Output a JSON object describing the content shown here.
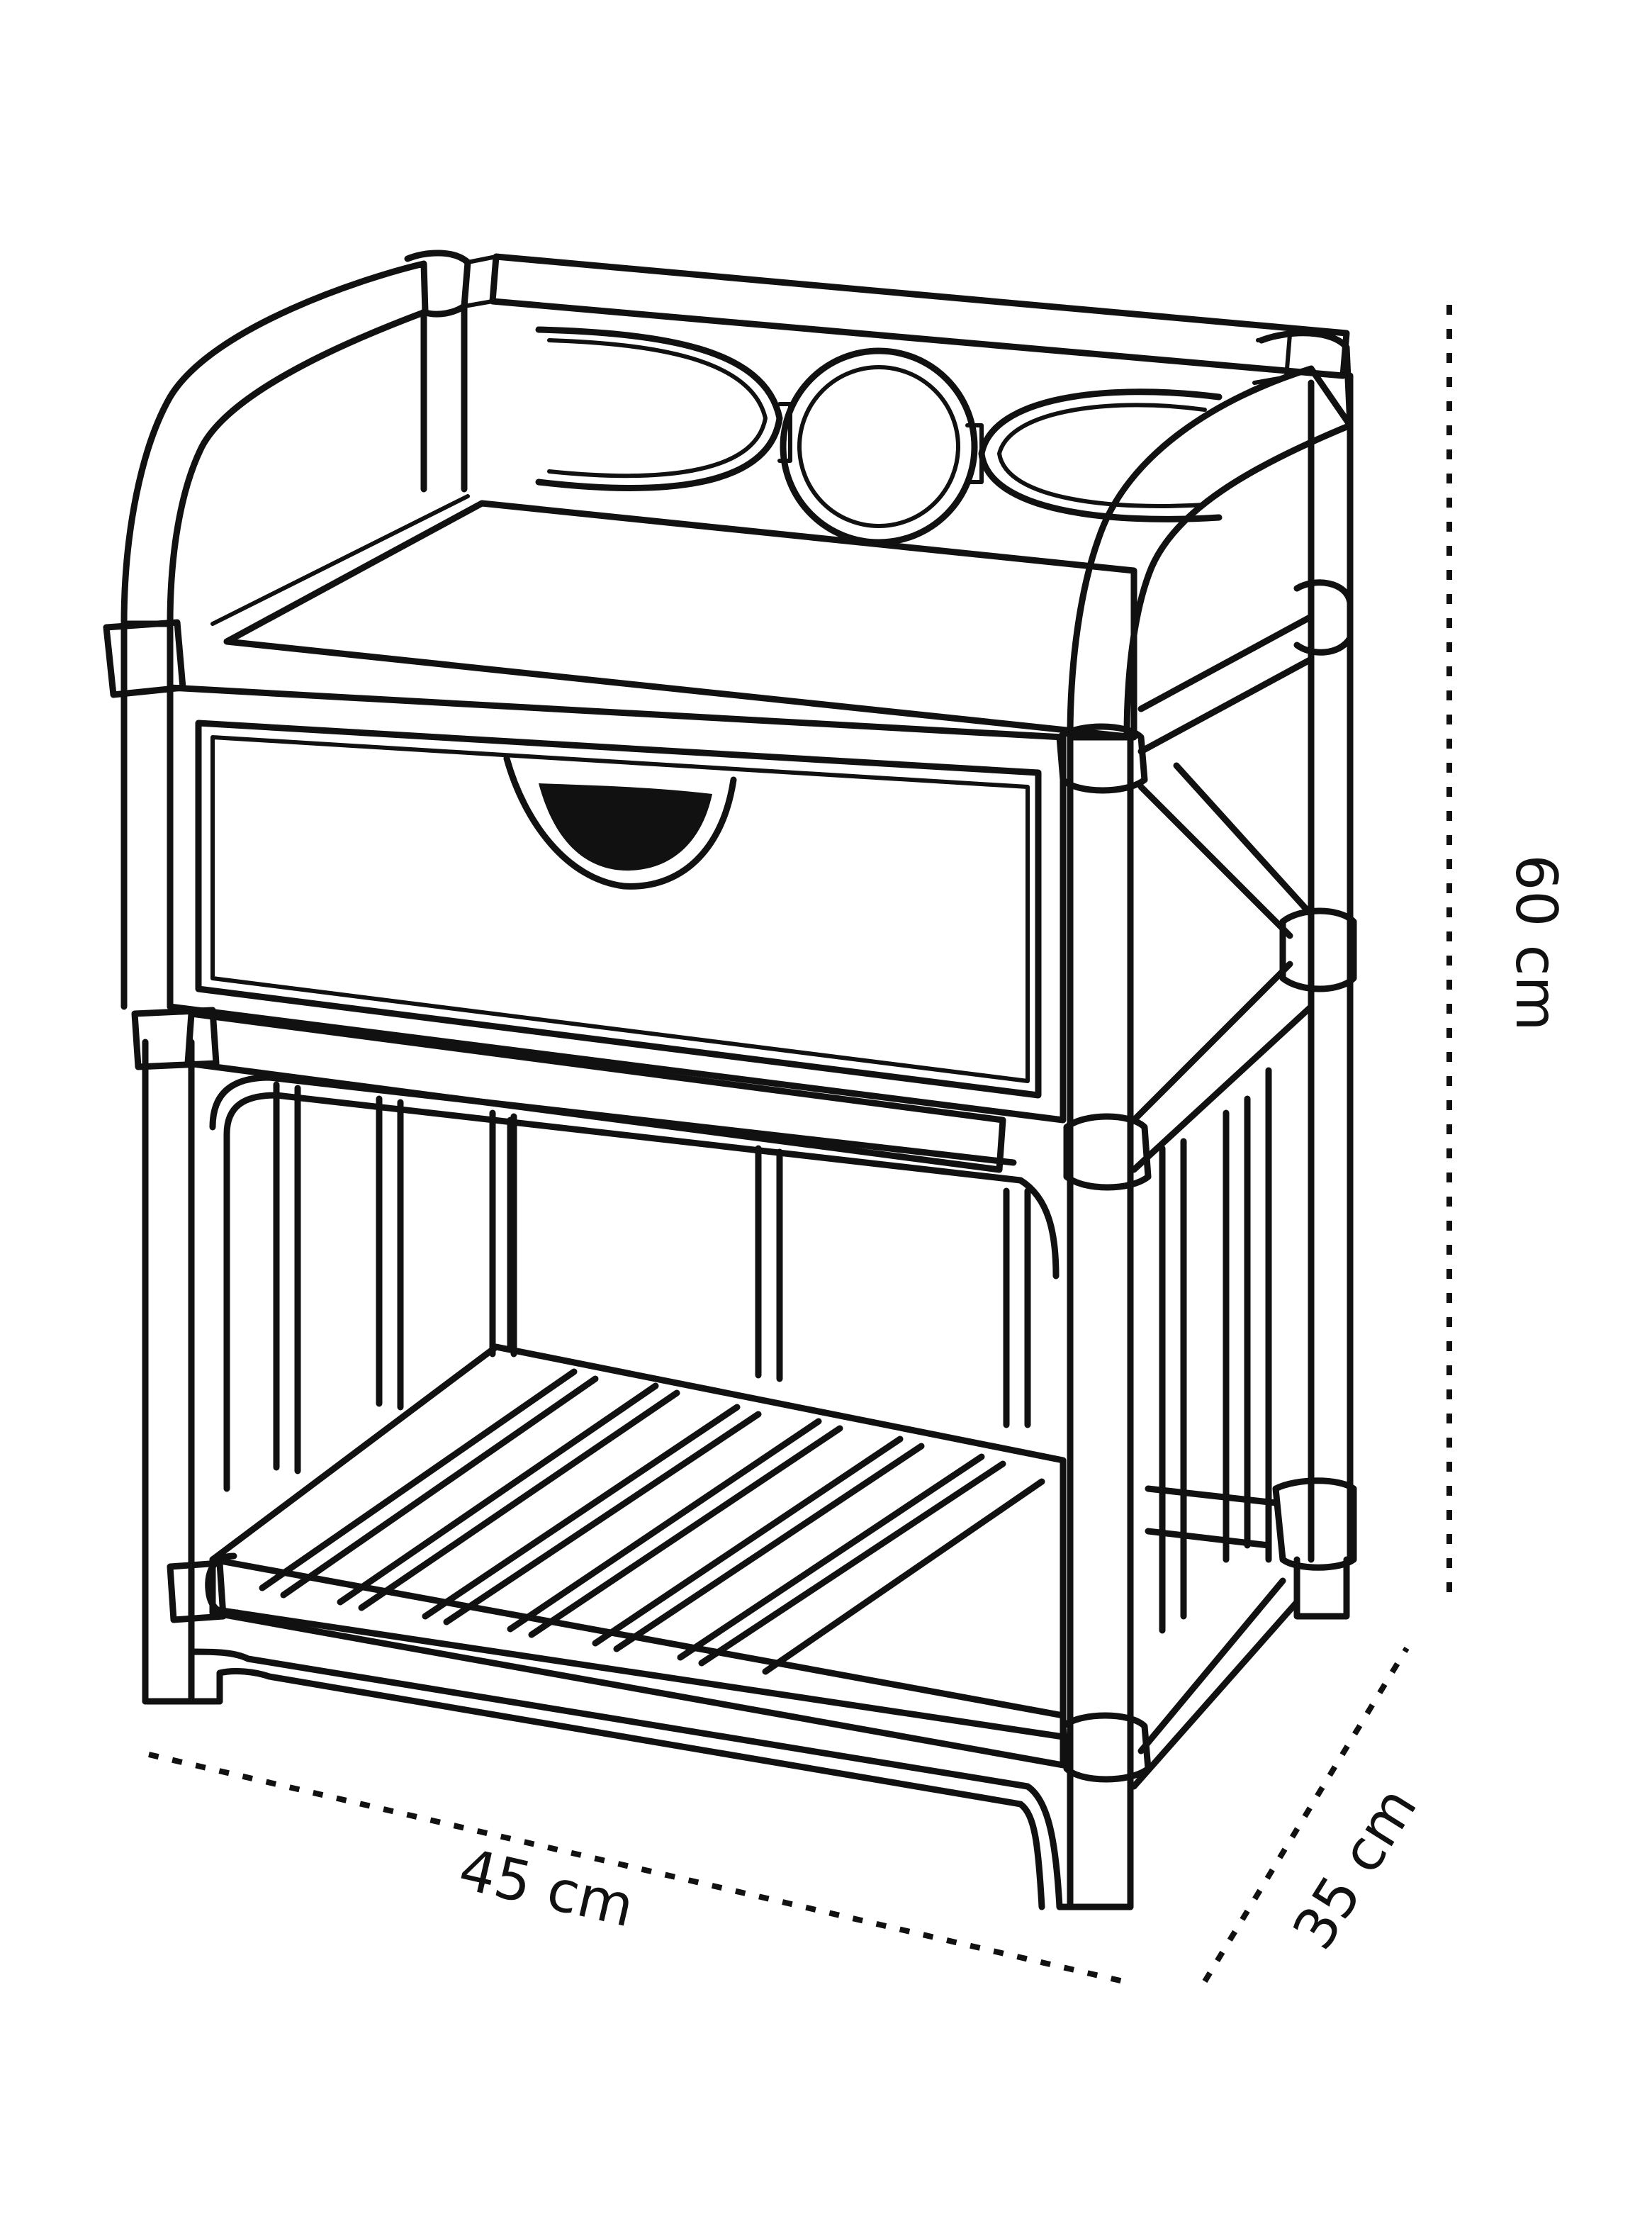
{
  "dimensions": {
    "width_label": "45 cm",
    "depth_label": "35 cm",
    "height_label": "60 cm"
  },
  "colors": {
    "ink": "#111111",
    "background": "#ffffff"
  }
}
